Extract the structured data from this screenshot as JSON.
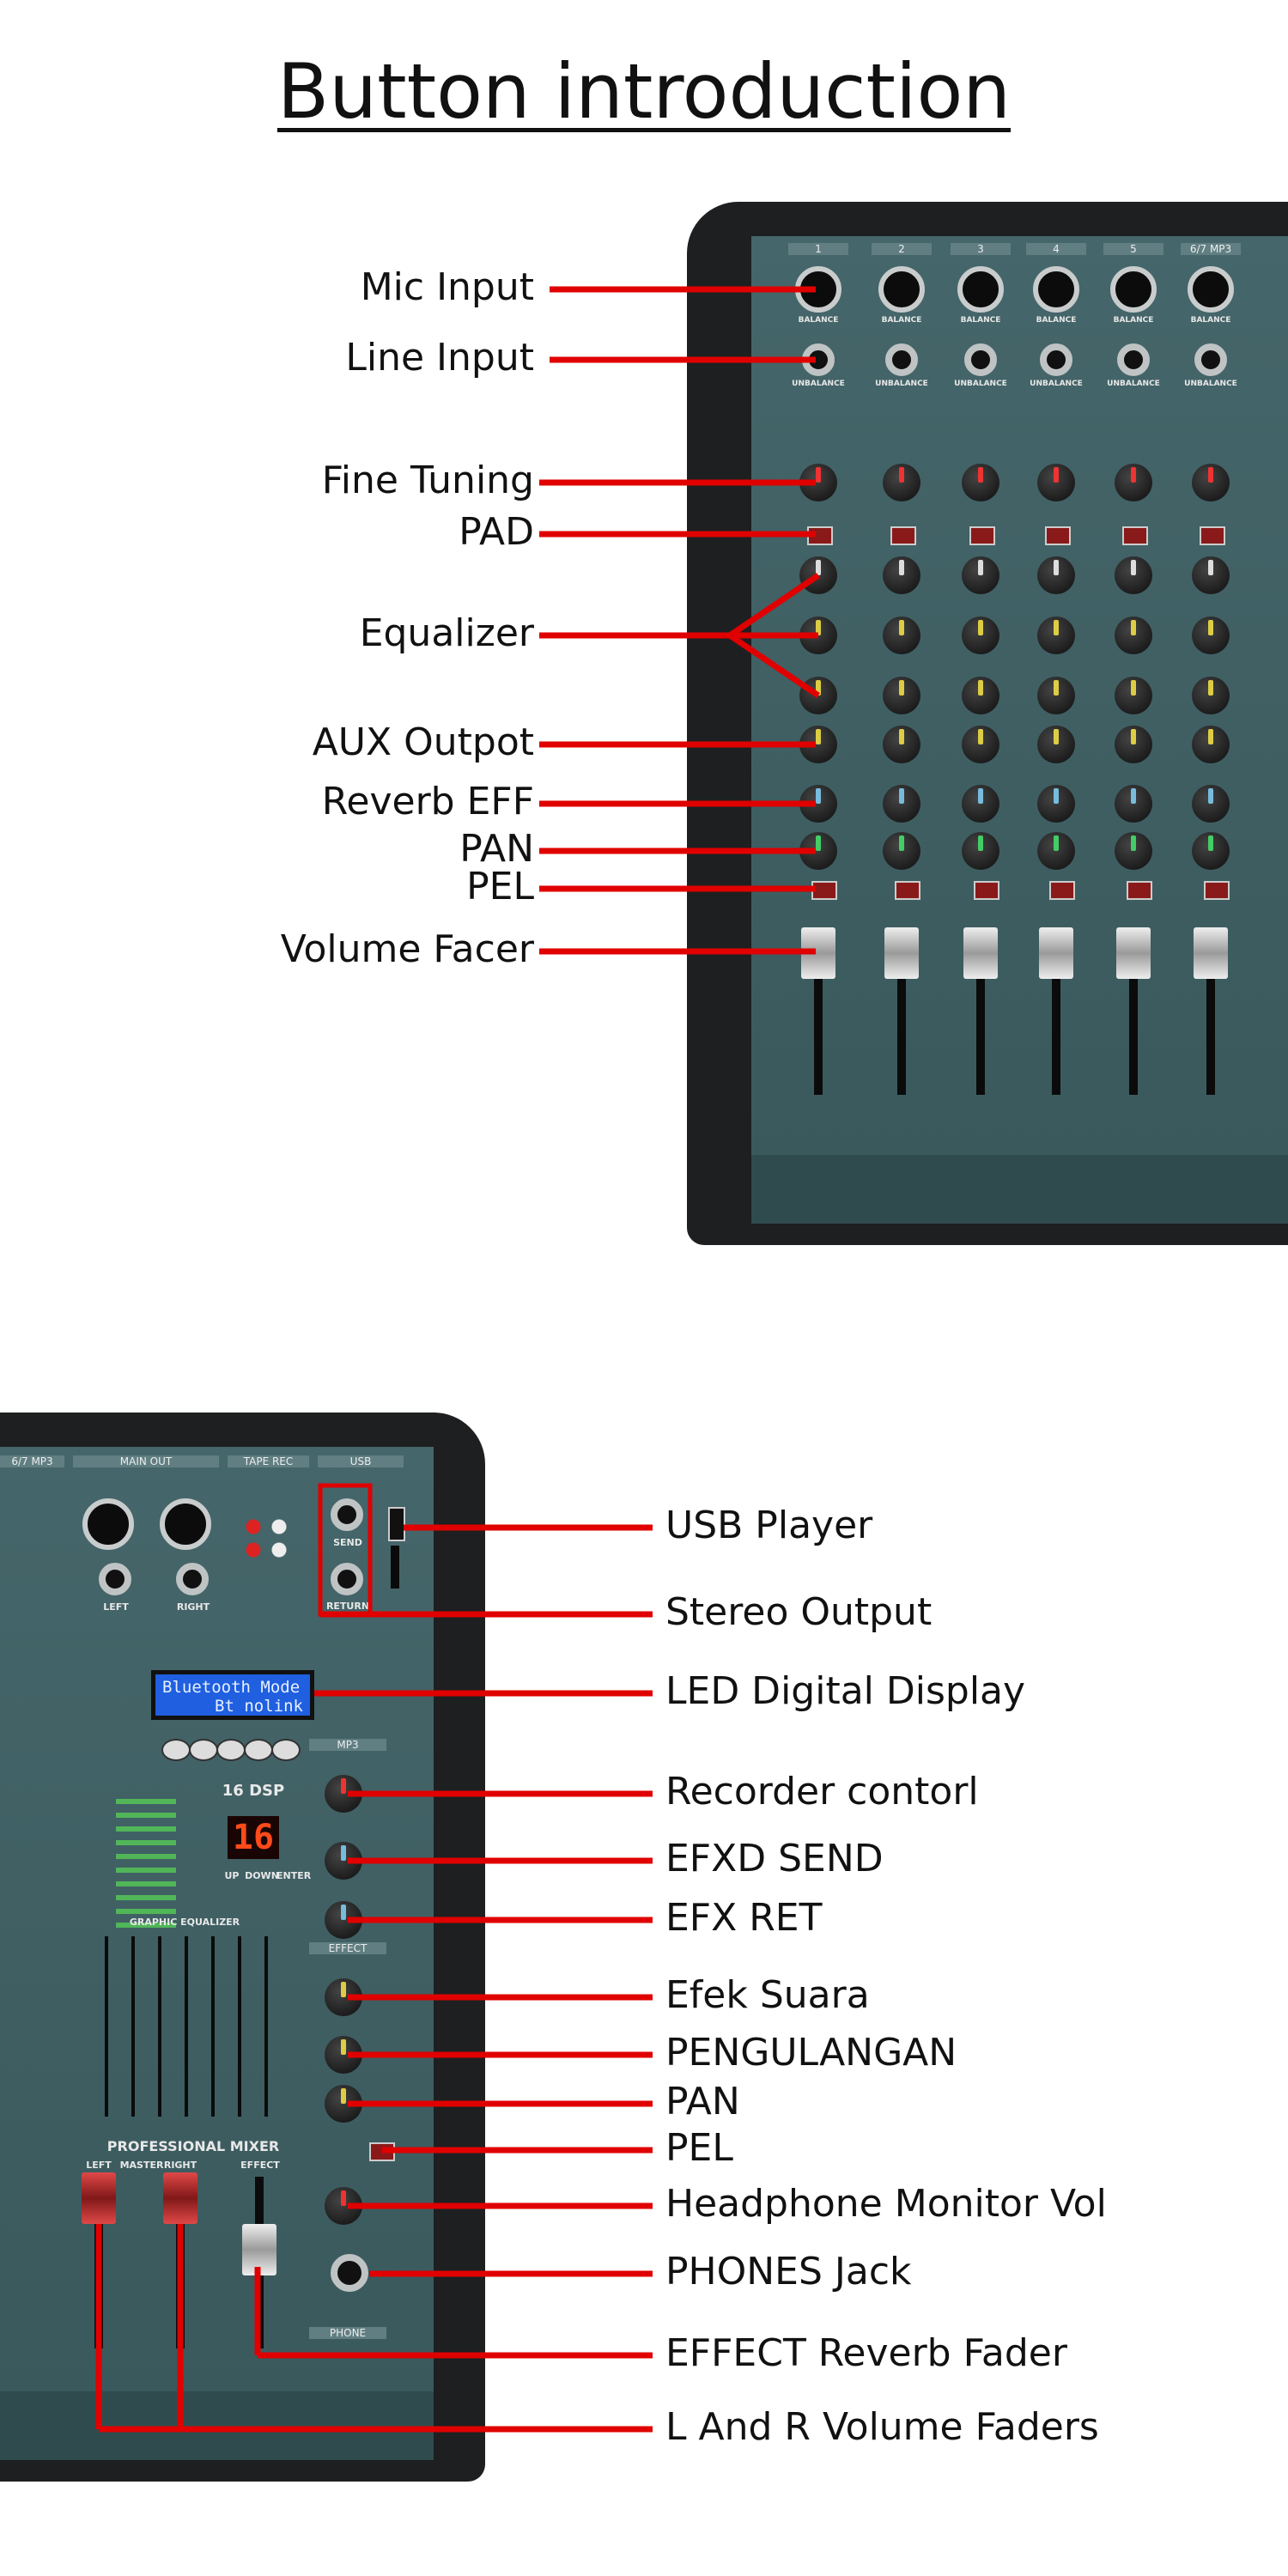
{
  "title": "Button introduction",
  "top_labels": [
    "Mic Input",
    "Line Input",
    "Fine Tuning",
    "PAD",
    "Equalizer",
    "AUX Outpot",
    "Reverb EFF",
    "PAN",
    "PEL",
    "Volume Facer"
  ],
  "bottom_labels": [
    "USB Player",
    "Stereo Output",
    "LED Digital Display",
    "Recorder contorl",
    "EFXD SEND",
    "EFX RET",
    "Efek Suara",
    "PENGULANGAN",
    "PAN",
    "PEL",
    "Headphone Monitor Vol",
    "PHONES Jack",
    "EFFECT Reverb Fader",
    "L And R Volume Faders"
  ],
  "top_mixer": {
    "channels": [
      "1",
      "2",
      "3",
      "4",
      "5",
      "6/7 MP3"
    ],
    "balance": "BALANCE",
    "unbalance": "UNBALANCE"
  },
  "bottom_mixer": {
    "headers": [
      "6/7 MP3",
      "MAIN OUT",
      "TAPE REC",
      "USB"
    ],
    "out_left": "LEFT",
    "out_right": "RIGHT",
    "send": "SEND",
    "return": "RETURN",
    "lcd_line1": "Bluetooth Mode",
    "lcd_line2": "Bt nolink",
    "dsp": "16 DSP",
    "program": "16",
    "mp3": "MP3",
    "effect": "EFFECT",
    "graphic_eq": "GRAPHIC EQUALIZER",
    "brand": "PROFESSIONAL MIXER",
    "faders": [
      "LEFT",
      "MASTER",
      "RIGHT",
      "EFFECT"
    ],
    "phone": "PHONE",
    "dsp_buttons": [
      "UP",
      "DOWN",
      "ENTER"
    ]
  },
  "colors": {
    "line": "#e00000",
    "panel": "#3d5c60",
    "body": "#1e1f20"
  }
}
